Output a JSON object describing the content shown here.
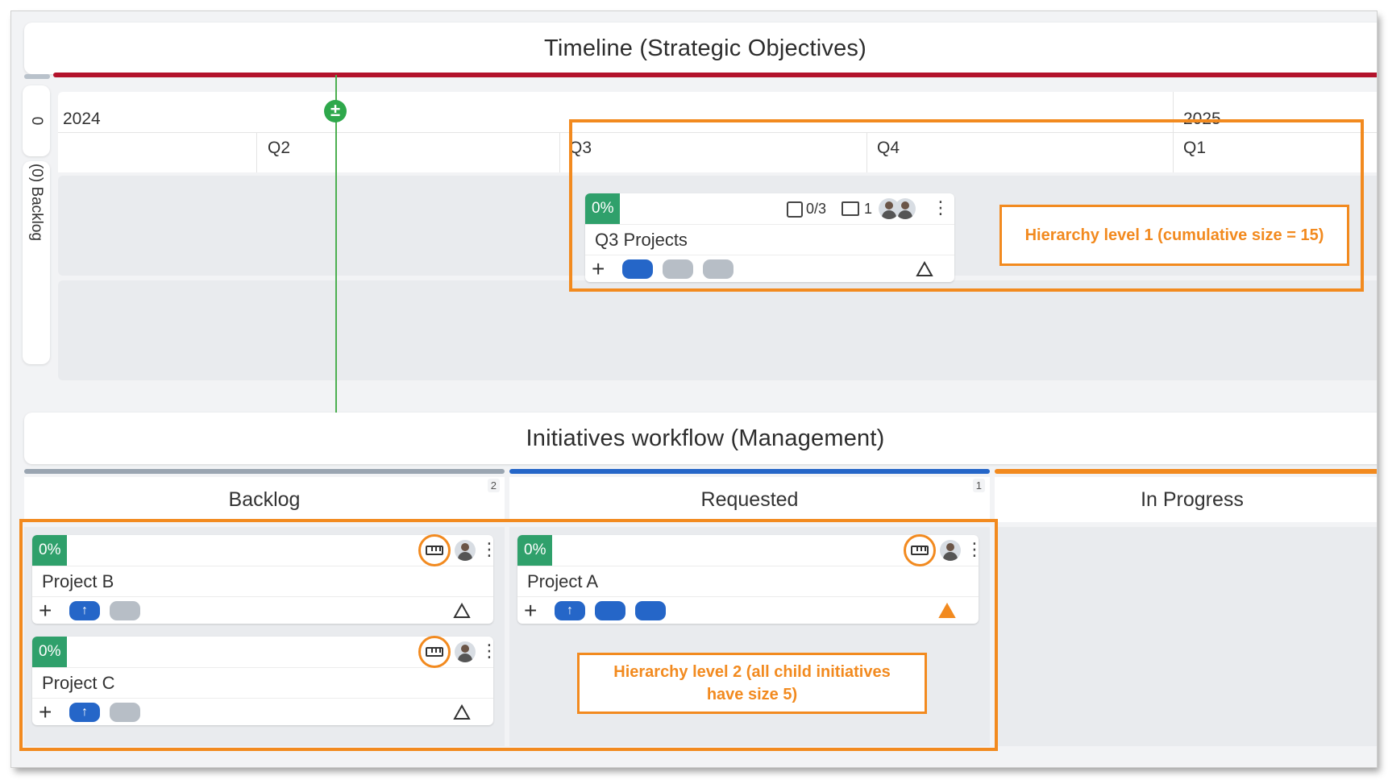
{
  "timeline": {
    "title": "Timeline (Strategic Objectives)",
    "lane_zero_label": "0",
    "lane_backlog_label": "(0) Backlog",
    "years": [
      "2024",
      "2025"
    ],
    "quarters": [
      "Q2",
      "Q3",
      "Q4",
      "Q1"
    ],
    "today_marker_symbol": "±",
    "card": {
      "progress": "0%",
      "checklist": "0/3",
      "comments": "1",
      "title": "Q3 Projects"
    }
  },
  "workflow": {
    "title": "Initiatives workflow (Management)",
    "columns": [
      {
        "name": "Backlog",
        "count": "2"
      },
      {
        "name": "Requested",
        "count": "1"
      },
      {
        "name": "In Progress",
        "count": ""
      }
    ],
    "cards": [
      {
        "progress": "0%",
        "title": "Project B"
      },
      {
        "progress": "0%",
        "title": "Project C"
      },
      {
        "progress": "0%",
        "title": "Project A"
      }
    ]
  },
  "annotations": {
    "level1": "Hierarchy level 1 (cumulative size = 15)",
    "level2_line1": "Hierarchy level 2 (all child initiatives",
    "level2_line2": "have size 5)"
  },
  "colors": {
    "timeline_bar": "#b3122b",
    "backlog_bar": "#9aa5b1",
    "requested_bar": "#2566c8",
    "in_progress_bar": "#f28a1f",
    "accent_annotation": "#f28a1f",
    "progress_green": "#2fa06b"
  },
  "icons": {
    "kebab": "⋮",
    "plus": "+",
    "arrow_up": "↑"
  }
}
